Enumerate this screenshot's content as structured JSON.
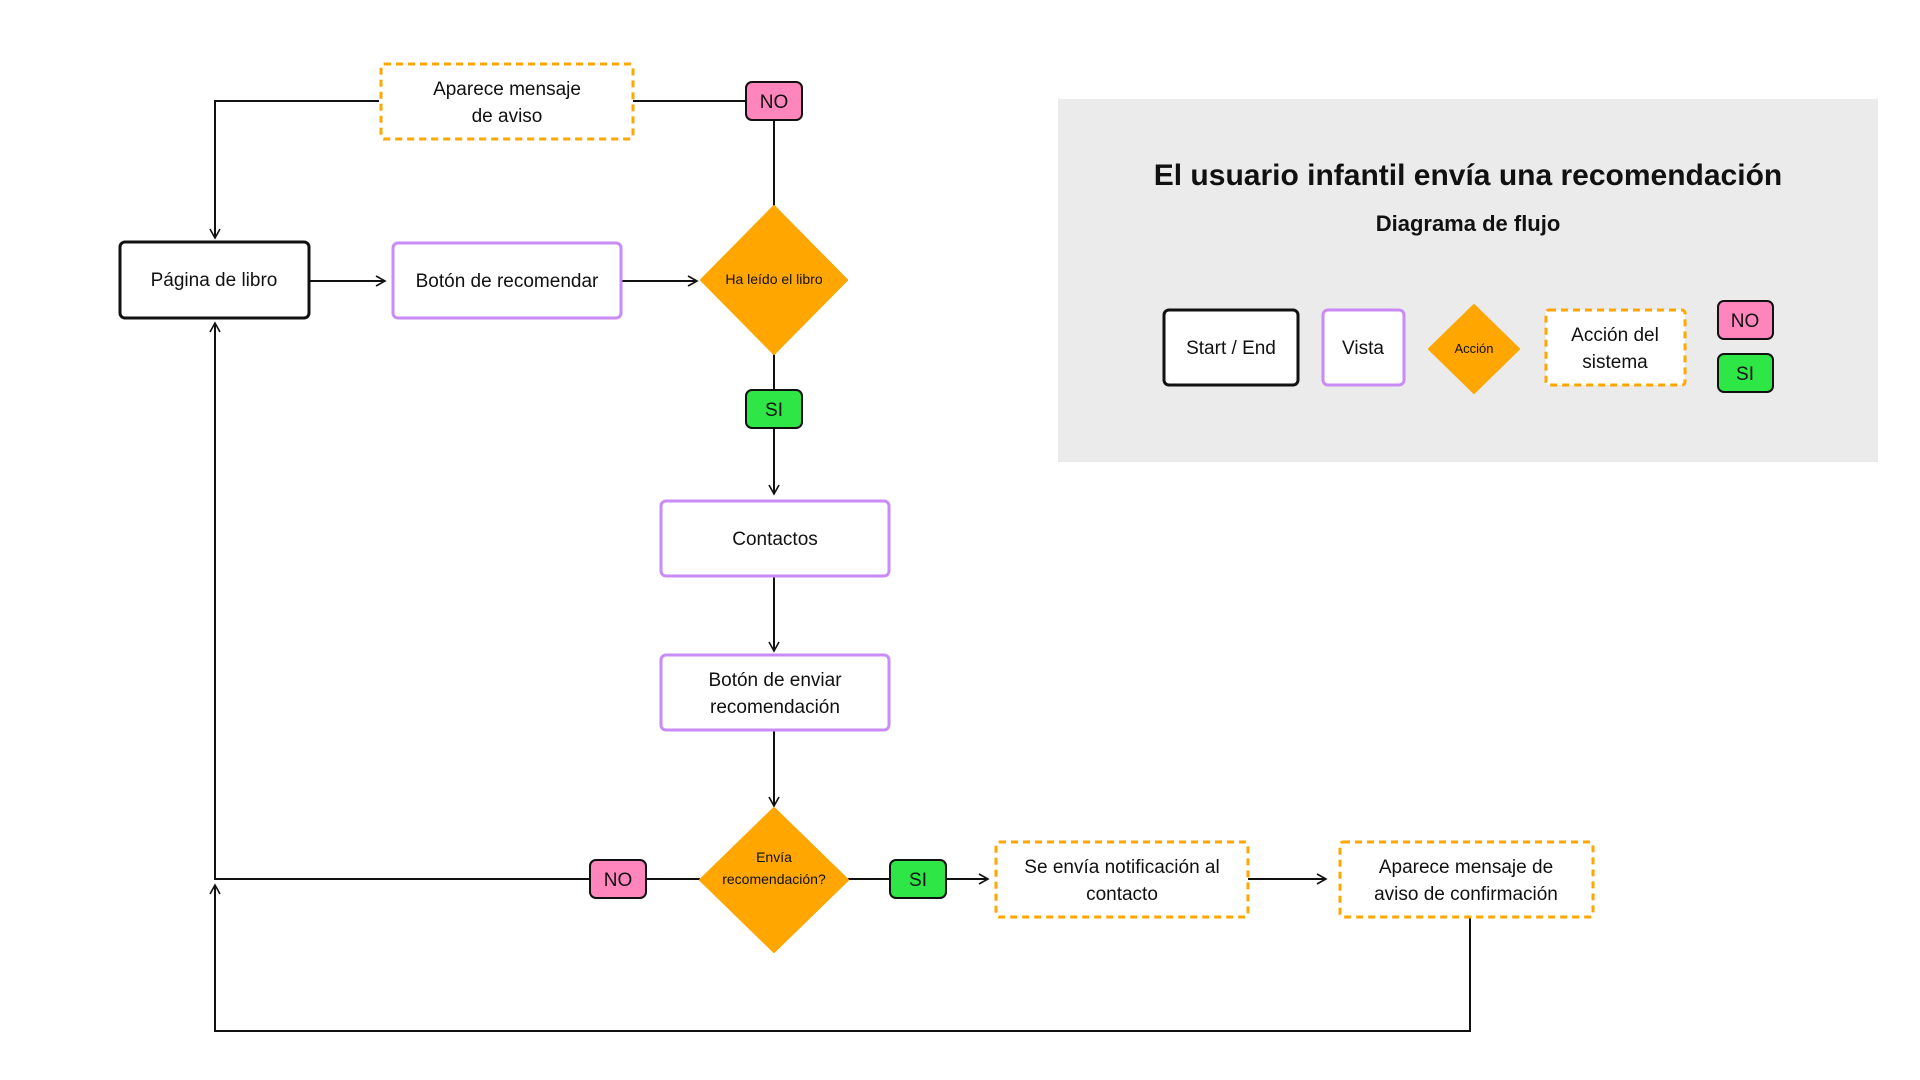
{
  "colors": {
    "start_end_border": "#111111",
    "vista_border": "#c98bf5",
    "accion_fill": "#ffa600",
    "sistema_border": "#ffa600",
    "no_fill": "#ff86bd",
    "si_fill": "#2ee646",
    "legend_bg": "#ebebeb",
    "line": "#111111"
  },
  "legend": {
    "title": "El usuario infantil envía una recomendación",
    "subtitle": "Diagrama de flujo",
    "start_end": "Start / End",
    "vista": "Vista",
    "accion": "Acción",
    "sistema_line1": "Acción del",
    "sistema_line2": "sistema",
    "no": "NO",
    "si": "SI"
  },
  "nodes": {
    "pagina_libro": "Página de libro",
    "boton_recomendar": "Botón de recomendar",
    "ha_leido": "Ha leído el libro",
    "aviso_line1": "Aparece mensaje",
    "aviso_line2": "de aviso",
    "contactos": "Contactos",
    "enviar_line1": "Botón de enviar",
    "enviar_line2": "recomendación",
    "envia_line1": "Envía",
    "envia_line2": "recomendación?",
    "notificacion_line1": "Se envía notificación al",
    "notificacion_line2": "contacto",
    "confirmacion_line1": "Aparece mensaje de",
    "confirmacion_line2": "aviso de confirmación"
  },
  "badges": {
    "no_top": "NO",
    "si_mid": "SI",
    "no_bottom": "NO",
    "si_bottom": "SI"
  }
}
